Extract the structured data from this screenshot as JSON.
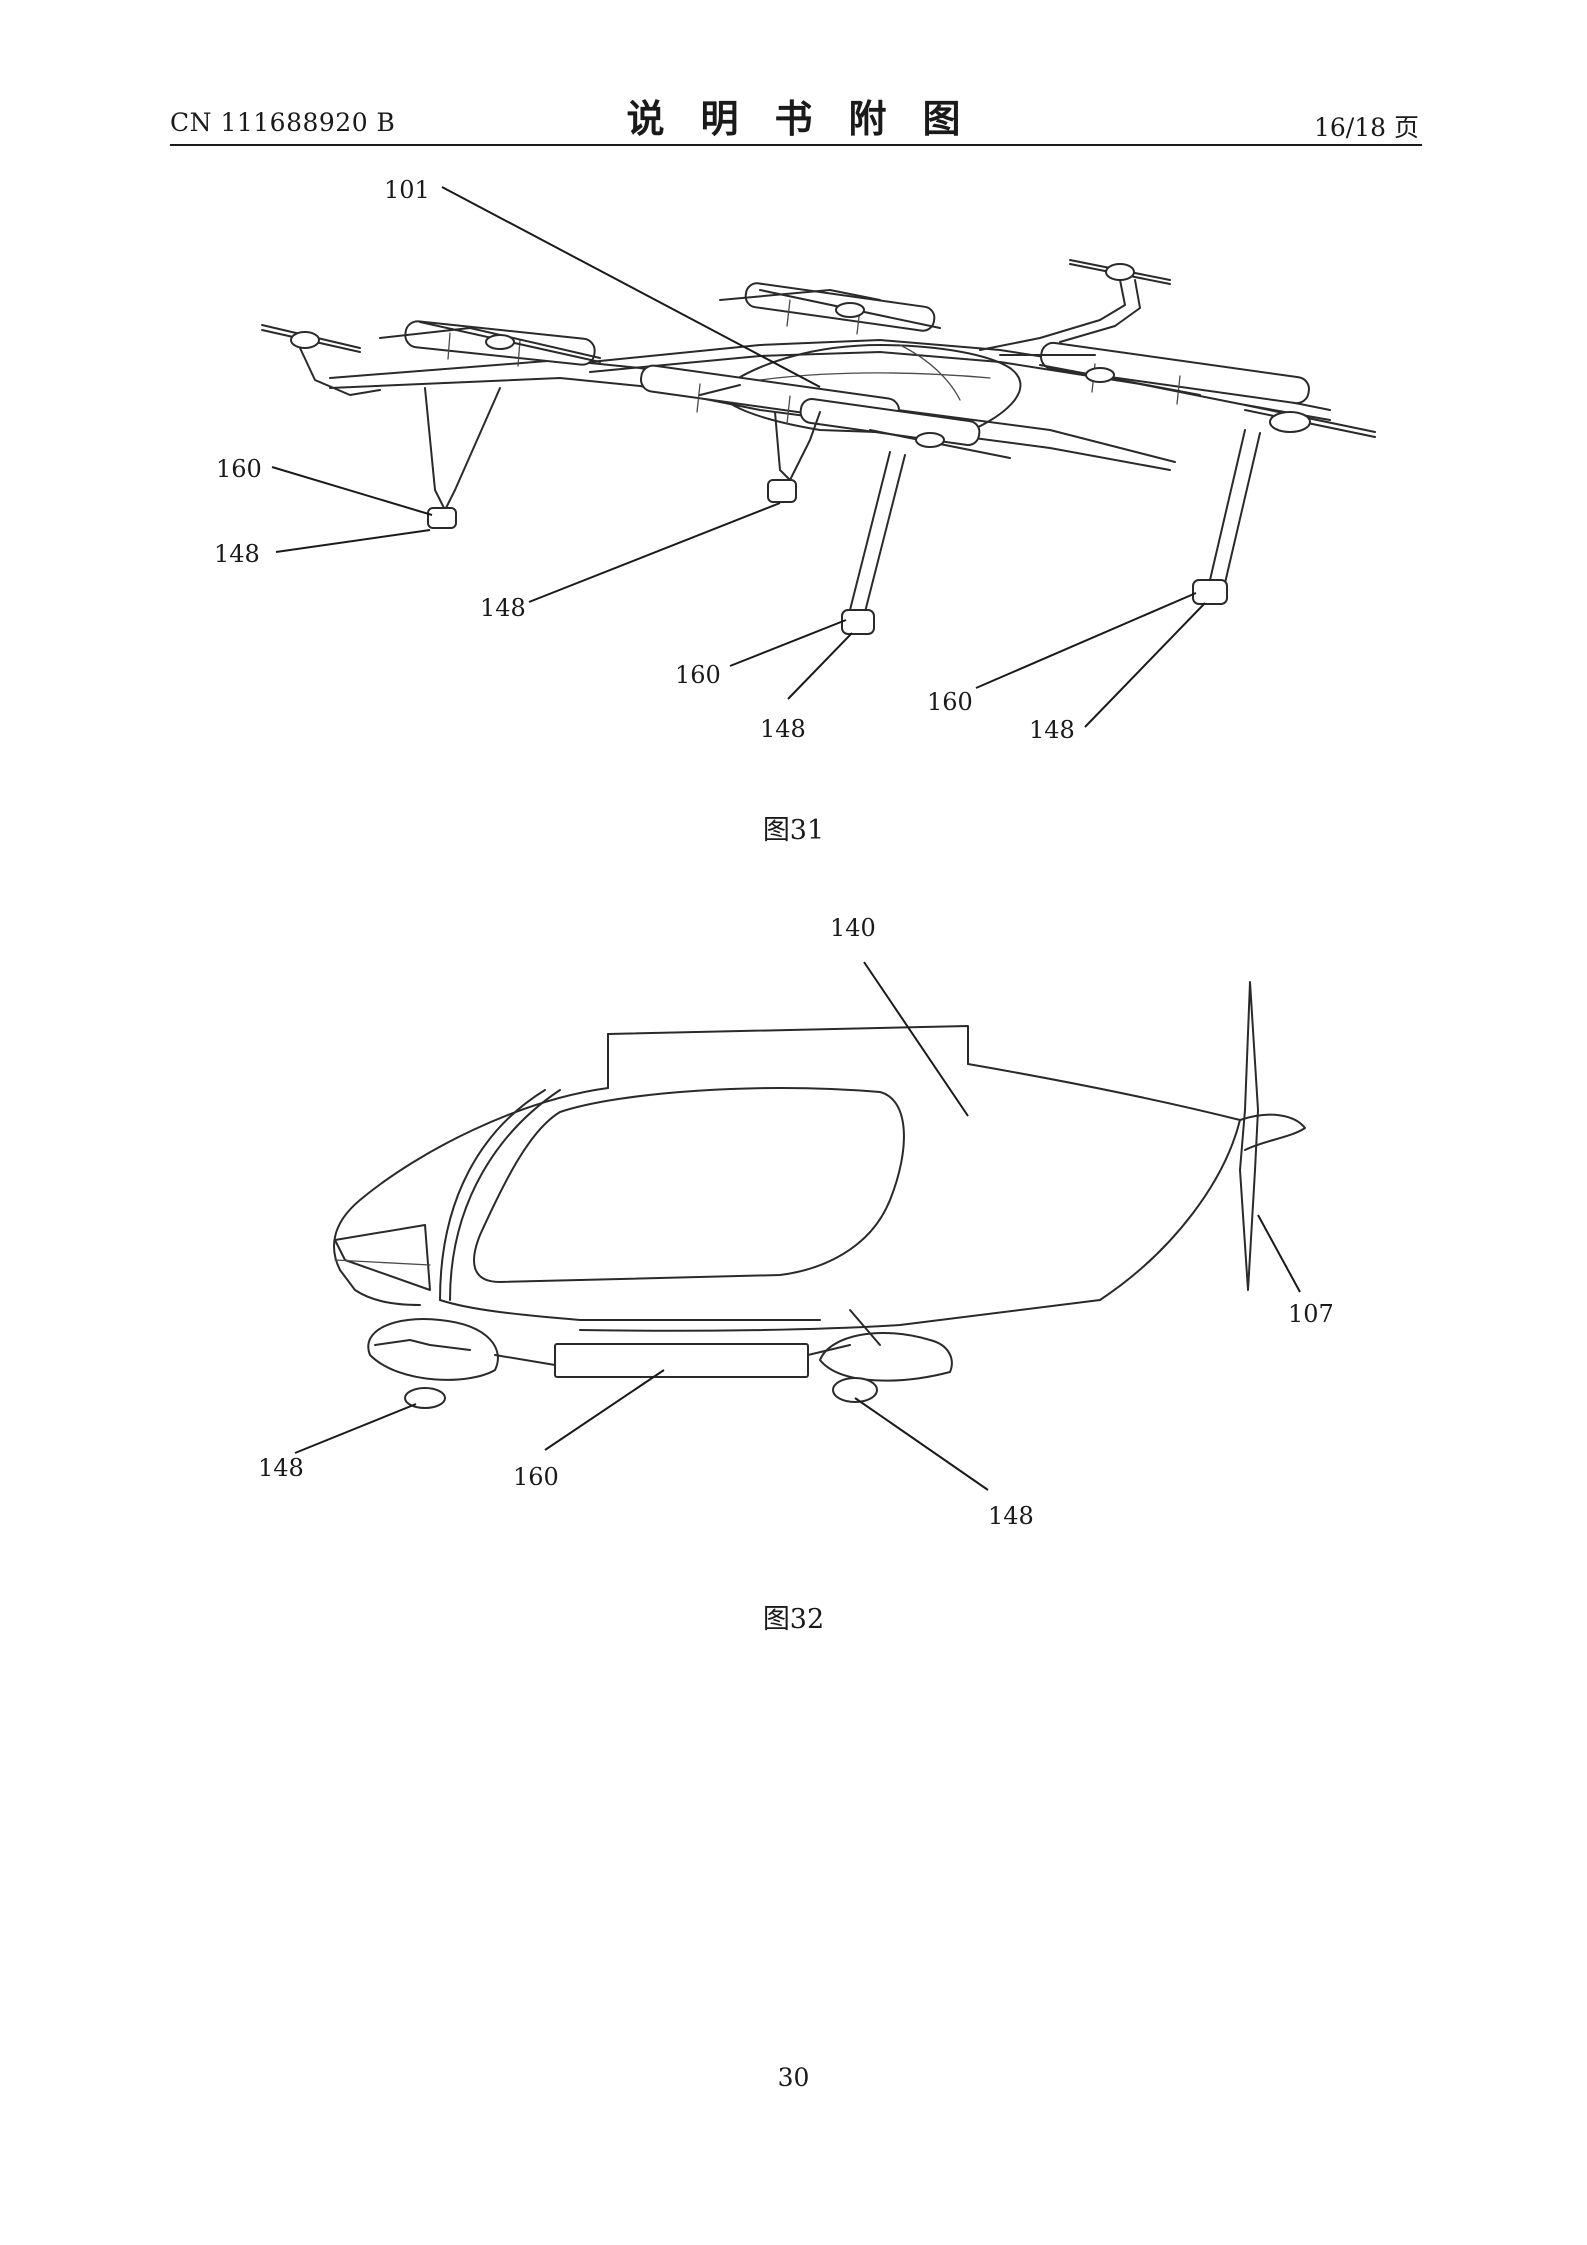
{
  "header": {
    "patent_number": "CN 111688920 B",
    "title": "说明书附图",
    "page_of": "16/18 页"
  },
  "figure31": {
    "caption": "图31",
    "labels": {
      "l101": "101",
      "l160a": "160",
      "l148a": "148",
      "l148b": "148",
      "l160b": "160",
      "l148c": "148",
      "l160c": "160",
      "l148d": "148"
    }
  },
  "figure32": {
    "caption": "图32",
    "labels": {
      "l140": "140",
      "l107": "107",
      "l148a": "148",
      "l160": "160",
      "l148b": "148"
    }
  },
  "footer": {
    "page_number": "30"
  }
}
